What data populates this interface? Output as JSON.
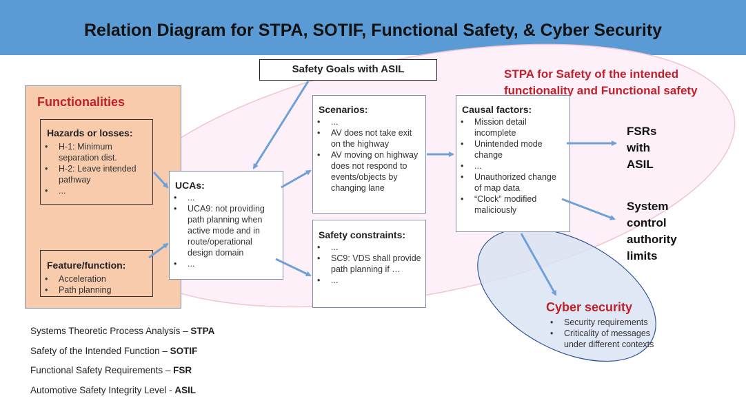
{
  "title": "Relation Diagram for STPA, SOTIF, Functional Safety, & Cyber Security",
  "safety_goals": "Safety Goals with ASIL",
  "stpa_label": [
    "STPA for Safety of the intended",
    "functionality and Functional safety"
  ],
  "functionalities": {
    "title": "Functionalities",
    "hazards": {
      "title": "Hazards or losses:",
      "items": [
        "H-1: Minimum separation dist.",
        "H-2: Leave intended pathway",
        "..."
      ]
    },
    "feature": {
      "title": "Feature/function:",
      "items": [
        "Acceleration",
        "Path planning"
      ]
    }
  },
  "ucas": {
    "title": "UCAs:",
    "items": [
      "...",
      "UCA9: not providing path planning when active mode and in route/operational design domain",
      "..."
    ]
  },
  "scenarios": {
    "title": "Scenarios:",
    "items": [
      "...",
      "AV does not take exit on the highway",
      "AV moving on highway does not respond to events/objects by changing lane"
    ]
  },
  "safety_constraints": {
    "title": "Safety constraints:",
    "items": [
      "...",
      "SC9: VDS shall provide path planning if …",
      "..."
    ]
  },
  "causal_factors": {
    "title": "Causal factors:",
    "items": [
      "Mission detail incomplete",
      "Unintended mode change",
      "...",
      "Unauthorized change of map data",
      "“Clock” modified maliciously"
    ]
  },
  "fsrs": [
    "FSRs",
    "with",
    "ASIL"
  ],
  "system_control": [
    "System",
    "control",
    "authority",
    "limits"
  ],
  "cyber": {
    "title": "Cyber security",
    "items": [
      "Security requirements",
      "Criticality of messages under different contexts"
    ]
  },
  "abbreviations": [
    {
      "text": "Systems Theoretic Process Analysis – ",
      "abbr": "STPA"
    },
    {
      "text": "Safety of the Intended Function – ",
      "abbr": "SOTIF"
    },
    {
      "text": "Functional Safety Requirements – ",
      "abbr": "FSR"
    },
    {
      "text": "Automotive Safety Integrity Level - ",
      "abbr": "ASIL"
    }
  ],
  "colors": {
    "banner": "#5b9bd5",
    "functionalities_fill": "#f8cbad",
    "stpa_ellipse_fill": "#fdf0f8",
    "cyber_ellipse_fill": "#dae3f3",
    "arrow": "#6fa1d8",
    "red_text": "#c0202a"
  }
}
